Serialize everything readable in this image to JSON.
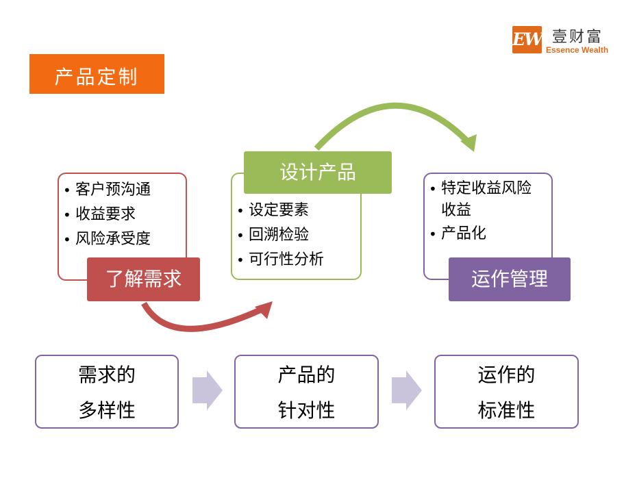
{
  "logo": {
    "mark": "EW",
    "cn": "壹财富",
    "en": "Essence Wealth"
  },
  "title": "产品定制",
  "stages": [
    {
      "label": "了解需求",
      "items": [
        "客户预沟通",
        "收益要求",
        "风险承受度"
      ],
      "color": "#c0504d"
    },
    {
      "label": "设计产品",
      "items": [
        "设定要素",
        "回溯检验",
        "可行性分析"
      ],
      "color": "#9bbb59"
    },
    {
      "label": "运作管理",
      "items": [
        "特定收益风险收益",
        "产品化"
      ],
      "color": "#8064a2"
    }
  ],
  "bottom": [
    {
      "line1": "需求的",
      "line2": "多样性"
    },
    {
      "line1": "产品的",
      "line2": "针对性"
    },
    {
      "line1": "运作的",
      "line2": "标准性"
    }
  ],
  "colors": {
    "title_bg": "#f26b13",
    "arrow_red": "#c0504d",
    "arrow_green": "#9bbb59",
    "chevron": "#c9c3dc",
    "box_border": "#8064a2"
  }
}
